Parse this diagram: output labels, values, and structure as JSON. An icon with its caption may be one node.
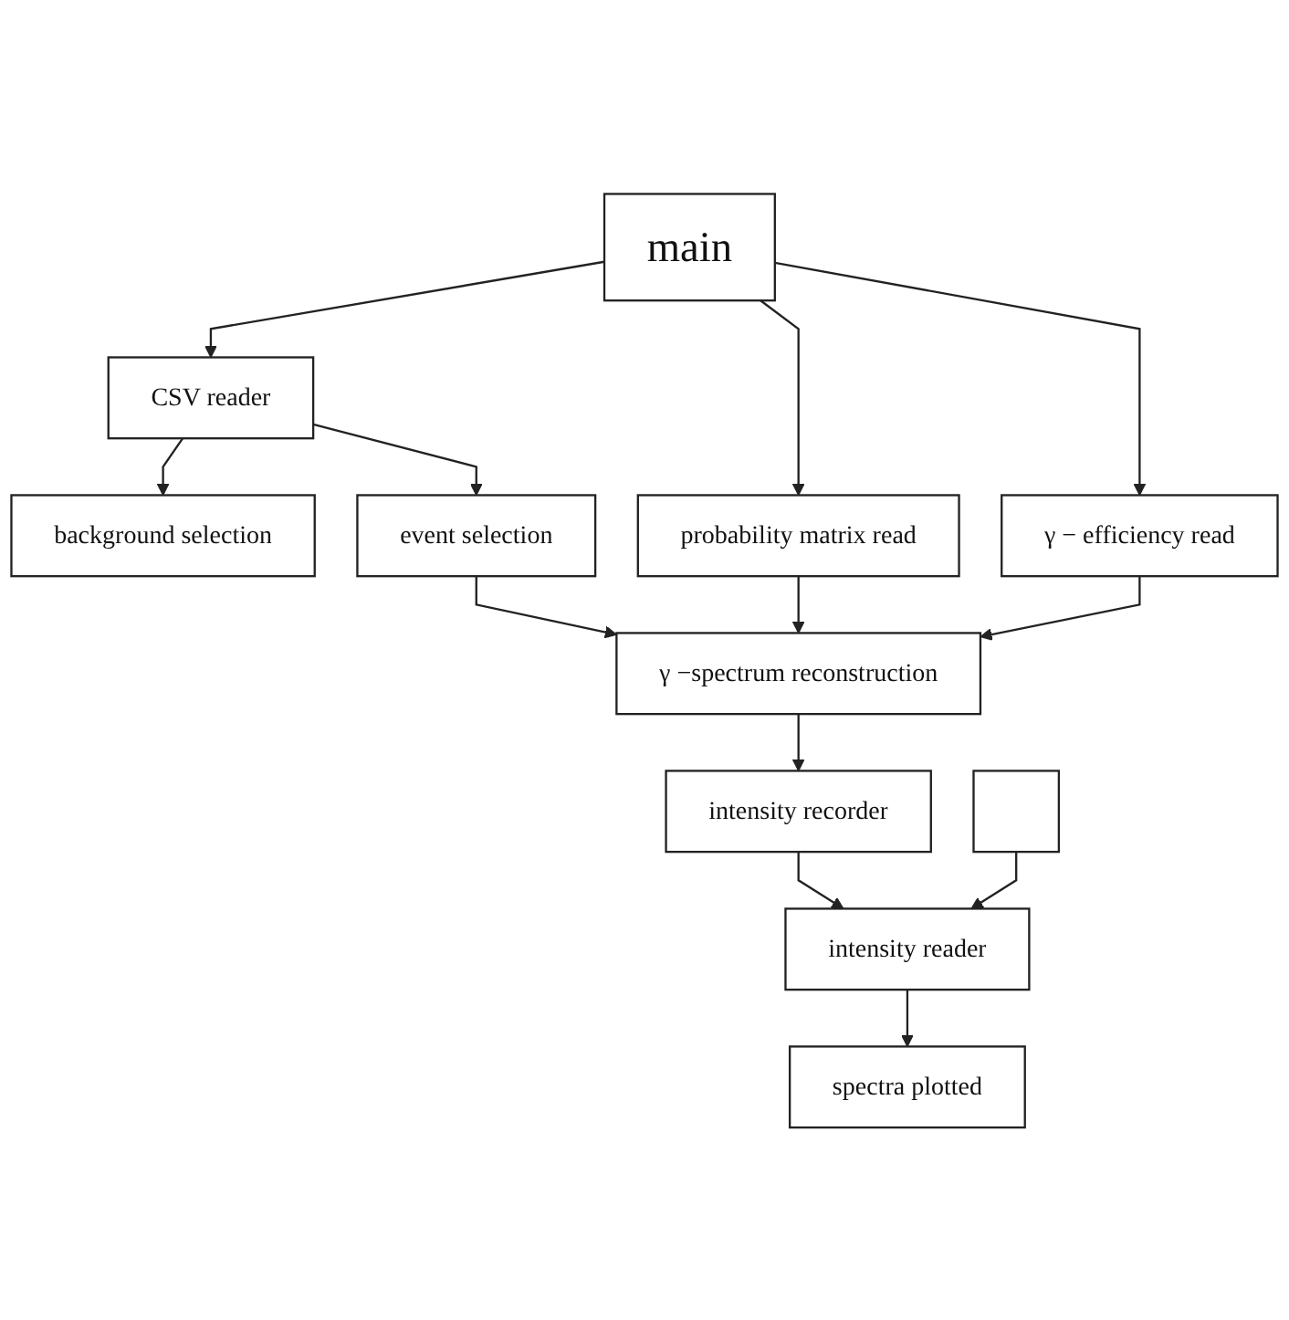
{
  "diagram": {
    "nodes": [
      {
        "text": [
          "main"
        ]
      },
      {
        "text": [
          "CSV reader"
        ]
      },
      {
        "text": [
          "probability matrix read"
        ]
      },
      {
        "text": [
          "γ − efficiency read"
        ]
      },
      {
        "text": [
          "background selection"
        ]
      },
      {
        "text": [
          "event selection"
        ]
      },
      {
        "text": [
          "γ −spectrum reconstruction"
        ]
      },
      {
        "text": [
          "intensity recorder"
        ]
      },
      {
        "text": [],
        "shape": "box"
      },
      {
        "text": [
          "intensity reader"
        ]
      },
      {
        "text": [
          "spectra plotted"
        ]
      }
    ],
    "edges": [
      {
        "from": 0,
        "to": 1,
        "arrow": "to"
      },
      {
        "from": 0,
        "to": 2,
        "arrow": "to"
      },
      {
        "from": 0,
        "to": 3,
        "arrow": "to"
      },
      {
        "from": 1,
        "to": 4,
        "arrow": "to"
      },
      {
        "from": 1,
        "to": 5,
        "arrow": "to"
      },
      {
        "from": 5,
        "to": 6,
        "arrow": "to"
      },
      {
        "from": 2,
        "to": 6,
        "arrow": "to"
      },
      {
        "from": 3,
        "to": 6,
        "arrow": "to"
      },
      {
        "from": 6,
        "to": 7,
        "arrow": "to"
      },
      {
        "from": 7,
        "to": 9,
        "arrow": "to"
      },
      {
        "from": 8,
        "to": 9,
        "arrow": "to"
      },
      {
        "from": 9,
        "to": 10,
        "arrow": "to"
      }
    ]
  }
}
